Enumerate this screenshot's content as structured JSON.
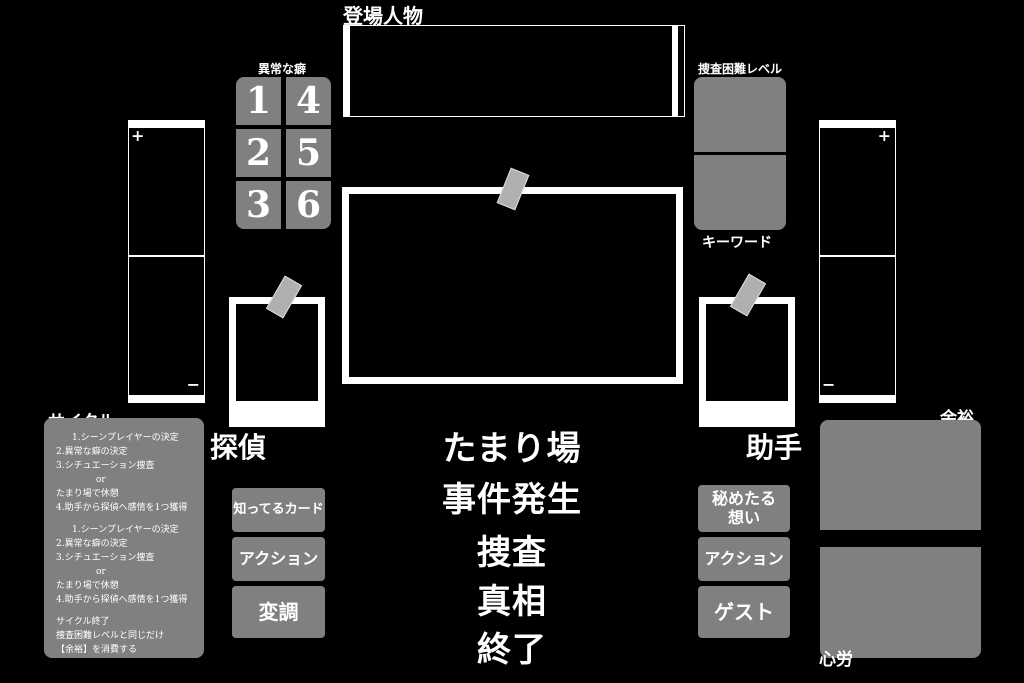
{
  "characters": {
    "title": "登場人物"
  },
  "abnormal_habit": {
    "title": "異常な癖",
    "numbers": [
      "1",
      "4",
      "2",
      "5",
      "3",
      "6"
    ]
  },
  "difficulty": {
    "title": "捜査困難レベル",
    "keyword": "キーワード"
  },
  "track_left": {
    "plus": "+",
    "minus": "−"
  },
  "track_right": {
    "plus": "+",
    "minus": "−"
  },
  "detective": {
    "label": "探偵",
    "buttons": [
      "知ってるカード",
      "アクション",
      "変調"
    ]
  },
  "assistant": {
    "label": "助手",
    "buttons": [
      "秘めたる想い",
      "アクション",
      "ゲスト"
    ]
  },
  "phases": [
    "たまり場",
    "事件発生",
    "捜査",
    "真相",
    "終了"
  ],
  "cycle": {
    "title": "サイクル",
    "lines_a": [
      "1.シーンプレイヤーの決定",
      "2.異常な癖の決定",
      "3.シチュエーション捜査",
      "or",
      "たまり場で休憩",
      "4.助手から探偵へ感情を1つ獲得"
    ],
    "lines_b": [
      "1.シーンプレイヤーの決定",
      "2.異常な癖の決定",
      "3.シチュエーション捜査",
      "or",
      "たまり場で休憩",
      "4.助手から探偵へ感情を1つ獲得"
    ],
    "lines_c": [
      "サイクル終了",
      "捜査困難レベルと同じだけ",
      "【余裕】を消費する"
    ]
  },
  "yoyu": {
    "label": "余裕"
  },
  "shinrou": {
    "label": "心労"
  },
  "colors": {
    "panel": "#808080",
    "background": "#000000",
    "line": "#ffffff"
  }
}
